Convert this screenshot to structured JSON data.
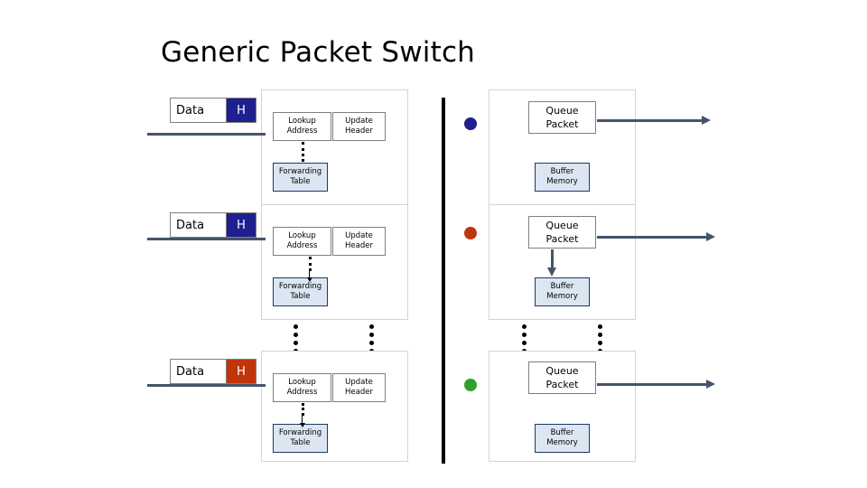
{
  "title": "Generic Packet Switch",
  "colors": {
    "header_blue": "#1f1f8f",
    "header_red": "#c0350a",
    "dot_blue": "#1f1f8f",
    "dot_red": "#c0350a",
    "dot_green": "#2fa02f",
    "arrow": "#44546a",
    "box_fill": "#dce6f2",
    "box_border": "#1f3864",
    "panel_border": "#d4d4d4",
    "divider": "#000000"
  },
  "rows": [
    {
      "packet": {
        "data_label": "Data",
        "header_label": "H",
        "header_color": "#1f1f8f"
      },
      "left_boxes": [
        {
          "name": "lookup-address",
          "line1": "Lookup",
          "line2": "Address"
        },
        {
          "name": "update-header",
          "line1": "Update",
          "line2": "Header"
        },
        {
          "name": "forwarding-table",
          "line1": "Forwarding",
          "line2": "Table"
        }
      ],
      "dot_color": "#1f1f8f",
      "right_boxes": [
        {
          "name": "queue-packet",
          "line1": "Queue",
          "line2": "Packet"
        },
        {
          "name": "buffer-memory",
          "line1": "Buffer",
          "line2": "Memory"
        }
      ]
    },
    {
      "packet": {
        "data_label": "Data",
        "header_label": "H",
        "header_color": "#1f1f8f"
      },
      "left_boxes": [
        {
          "name": "lookup-address",
          "line1": "Lookup",
          "line2": "Address"
        },
        {
          "name": "update-header",
          "line1": "Update",
          "line2": "Header"
        },
        {
          "name": "forwarding-table",
          "line1": "Forwarding",
          "line2": "Table"
        }
      ],
      "dot_color": "#c0350a",
      "right_boxes": [
        {
          "name": "queue-packet",
          "line1": "Queue",
          "line2": "Packet"
        },
        {
          "name": "buffer-memory",
          "line1": "Buffer",
          "line2": "Memory"
        }
      ]
    },
    {
      "packet": {
        "data_label": "Data",
        "header_label": "H",
        "header_color": "#c0350a"
      },
      "left_boxes": [
        {
          "name": "lookup-address",
          "line1": "Lookup",
          "line2": "Address"
        },
        {
          "name": "update-header",
          "line1": "Update",
          "line2": "Header"
        },
        {
          "name": "forwarding-table",
          "line1": "Forwarding",
          "line2": "Table"
        }
      ],
      "dot_color": "#2fa02f",
      "right_boxes": [
        {
          "name": "queue-packet",
          "line1": "Queue",
          "line2": "Packet"
        },
        {
          "name": "buffer-memory",
          "line1": "Buffer",
          "line2": "Memory"
        }
      ]
    }
  ]
}
